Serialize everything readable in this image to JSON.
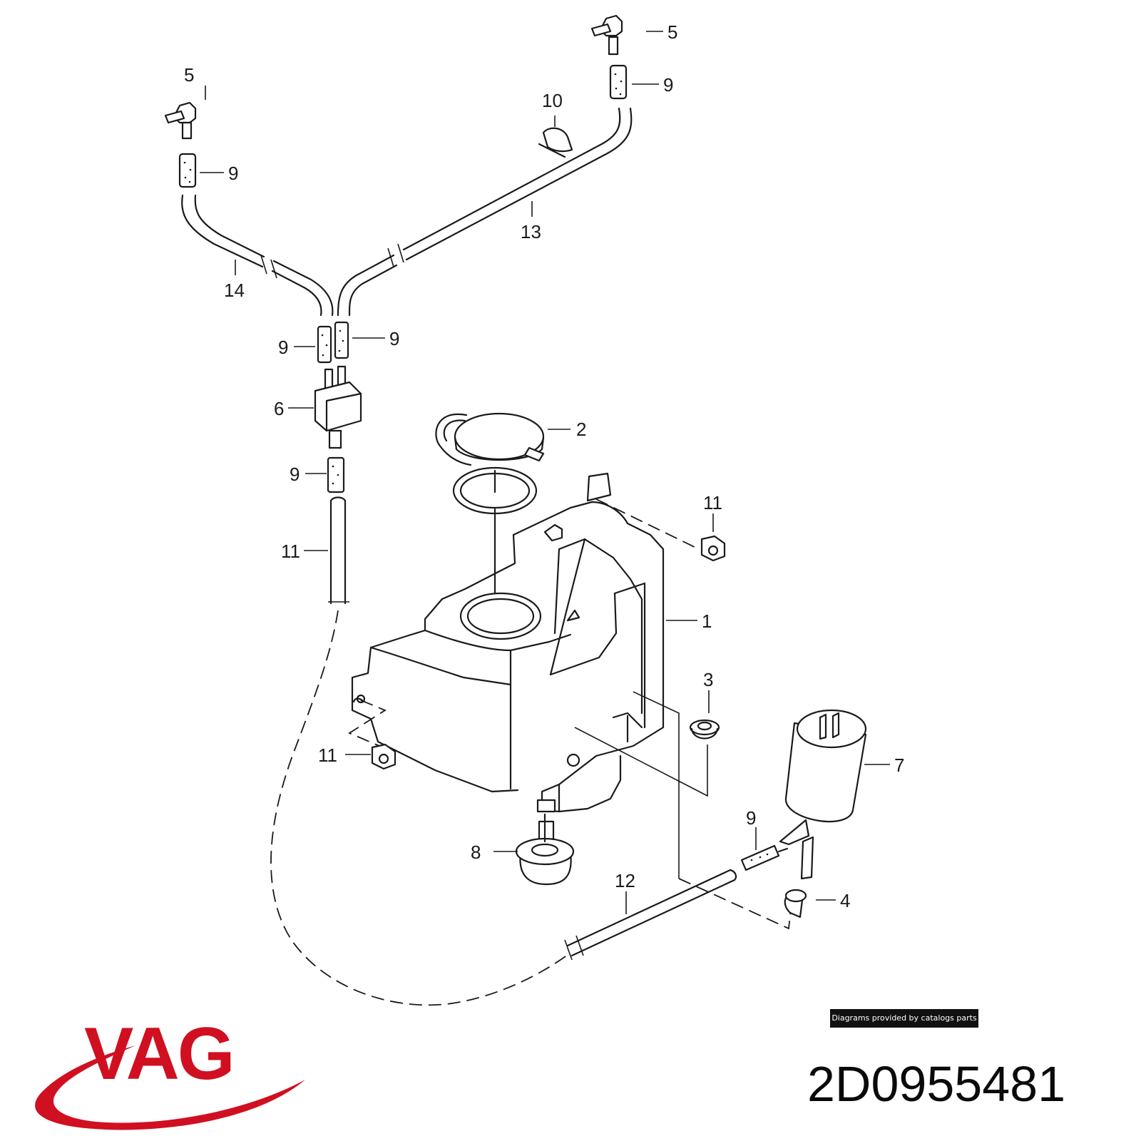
{
  "diagram": {
    "callouts": [
      {
        "id": "callout-1",
        "text": "1"
      },
      {
        "id": "callout-2",
        "text": "2"
      },
      {
        "id": "callout-3",
        "text": "3"
      },
      {
        "id": "callout-4",
        "text": "4"
      },
      {
        "id": "callout-5a",
        "text": "5"
      },
      {
        "id": "callout-5b",
        "text": "5"
      },
      {
        "id": "callout-6",
        "text": "6"
      },
      {
        "id": "callout-7",
        "text": "7"
      },
      {
        "id": "callout-8",
        "text": "8"
      },
      {
        "id": "callout-9a",
        "text": "9"
      },
      {
        "id": "callout-9b",
        "text": "9"
      },
      {
        "id": "callout-9c",
        "text": "9"
      },
      {
        "id": "callout-9d",
        "text": "9"
      },
      {
        "id": "callout-9e",
        "text": "9"
      },
      {
        "id": "callout-9f",
        "text": "9"
      },
      {
        "id": "callout-10",
        "text": "10"
      },
      {
        "id": "callout-11a",
        "text": "11"
      },
      {
        "id": "callout-11b",
        "text": "11"
      },
      {
        "id": "callout-11c",
        "text": "11"
      },
      {
        "id": "callout-12",
        "text": "12"
      },
      {
        "id": "callout-13",
        "text": "13"
      },
      {
        "id": "callout-14",
        "text": "14"
      }
    ]
  },
  "credit": "Diagrams provided by catalogs parts",
  "brand": {
    "logo_text": "VAG",
    "color": "#d01020"
  },
  "part_number": "2D0955481"
}
